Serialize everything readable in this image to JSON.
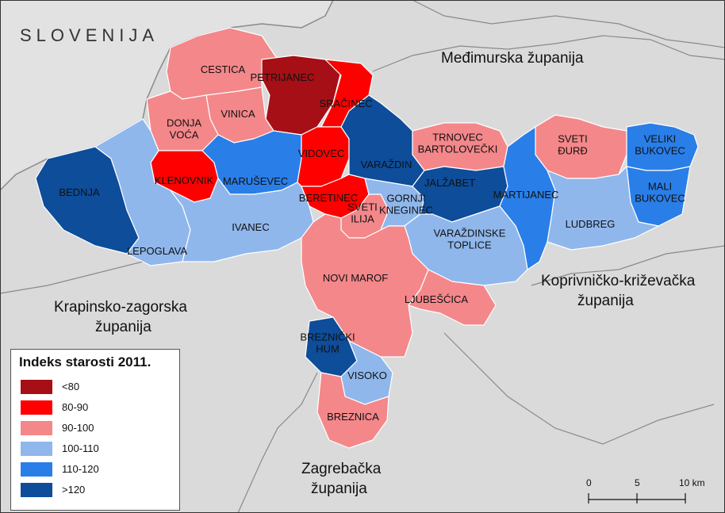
{
  "country_label": "SLOVENIJA",
  "regions": {
    "medimurska": "Međimurska županija",
    "koprivnicko_1": "Koprivničko-križevačka",
    "koprivnicko_2": "županija",
    "krapinsko_1": "Krapinsko-zagorska",
    "krapinsko_2": "županija",
    "zagrebacka_1": "Zagrebačka",
    "zagrebacka_2": "županija"
  },
  "colors": {
    "lt80": "#a50f15",
    "c80_90": "#ff0000",
    "c90_100": "#f4878a",
    "c100_110": "#8fb7ec",
    "c110_120": "#2a7ee8",
    "gt120": "#0d4d9a",
    "land": "#dadada",
    "border": "#8a8a8a"
  },
  "municipalities": [
    {
      "id": "cestica",
      "lines": [
        "CESTICA"
      ],
      "class": "90-100"
    },
    {
      "id": "petrijanec",
      "lines": [
        "PETRIJANEC"
      ],
      "class": "<80"
    },
    {
      "id": "sracinec",
      "lines": [
        "SRAČINEC"
      ],
      "class": "80-90"
    },
    {
      "id": "vinica",
      "lines": [
        "VINICA"
      ],
      "class": "90-100"
    },
    {
      "id": "donja-voca",
      "lines": [
        "DONJA",
        "VOĆA"
      ],
      "class": "90-100"
    },
    {
      "id": "klenovnik",
      "lines": [
        "KLENOVNIK"
      ],
      "class": "80-90"
    },
    {
      "id": "maruseve",
      "lines": [
        "MARUŠEVEC"
      ],
      "class": "110-120"
    },
    {
      "id": "vidovec",
      "lines": [
        "VIDOVEC"
      ],
      "class": "80-90"
    },
    {
      "id": "varazdin",
      "lines": [
        "VARAŽDIN"
      ],
      "class": ">120"
    },
    {
      "id": "trnovec",
      "lines": [
        "TRNOVEC",
        "BARTOLOVEČKI"
      ],
      "class": "90-100"
    },
    {
      "id": "sveti-durd",
      "lines": [
        "SVETI",
        "ĐURĐ"
      ],
      "class": "90-100"
    },
    {
      "id": "veliki-bukovec",
      "lines": [
        "VELIKI",
        "BUKOVEC"
      ],
      "class": "110-120"
    },
    {
      "id": "mali-bukovec",
      "lines": [
        "MALI",
        "BUKOVEC"
      ],
      "class": "110-120"
    },
    {
      "id": "bednja",
      "lines": [
        "BEDNJA"
      ],
      "class": ">120"
    },
    {
      "id": "lepoglava",
      "lines": [
        "LEPOGLAVA"
      ],
      "class": "100-110"
    },
    {
      "id": "ivanec",
      "lines": [
        "IVANEC"
      ],
      "class": "100-110"
    },
    {
      "id": "beretinec",
      "lines": [
        "BERETINEC"
      ],
      "class": "80-90"
    },
    {
      "id": "sveti-ilija",
      "lines": [
        "SVETI",
        "ILIJA"
      ],
      "class": "90-100"
    },
    {
      "id": "gornji-kneginec",
      "lines": [
        "GORNJI",
        "KNEGINEC"
      ],
      "class": "100-110"
    },
    {
      "id": "jalzabet",
      "lines": [
        "JALŽABET"
      ],
      "class": ">120"
    },
    {
      "id": "martijanec",
      "lines": [
        "MARTIJANEC"
      ],
      "class": "110-120"
    },
    {
      "id": "ludbreg",
      "lines": [
        "LUDBREG"
      ],
      "class": "100-110"
    },
    {
      "id": "varazdinske-toplice",
      "lines": [
        "VARAŽDINSKE",
        "TOPLICE"
      ],
      "class": "100-110"
    },
    {
      "id": "novi-marof",
      "lines": [
        "NOVI MAROF"
      ],
      "class": "90-100"
    },
    {
      "id": "ljubescica",
      "lines": [
        "LJUBEŠĆICA"
      ],
      "class": "90-100"
    },
    {
      "id": "breznicki-hum",
      "lines": [
        "BREZNIČKI",
        "HUM"
      ],
      "class": ">120"
    },
    {
      "id": "visoko",
      "lines": [
        "VISOKO"
      ],
      "class": "100-110"
    },
    {
      "id": "breznica",
      "lines": [
        "BREZNICA"
      ],
      "class": "90-100"
    }
  ],
  "legend": {
    "title": "Indeks starosti 2011.",
    "items": [
      {
        "label": "<80",
        "color": "#a50f15"
      },
      {
        "label": "80-90",
        "color": "#ff0000"
      },
      {
        "label": "90-100",
        "color": "#f4878a"
      },
      {
        "label": "100-110",
        "color": "#8fb7ec"
      },
      {
        "label": "110-120",
        "color": "#2a7ee8"
      },
      {
        "label": ">120",
        "color": "#0d4d9a"
      }
    ]
  },
  "scale": {
    "ticks": [
      "0",
      "5",
      "10 km"
    ]
  }
}
